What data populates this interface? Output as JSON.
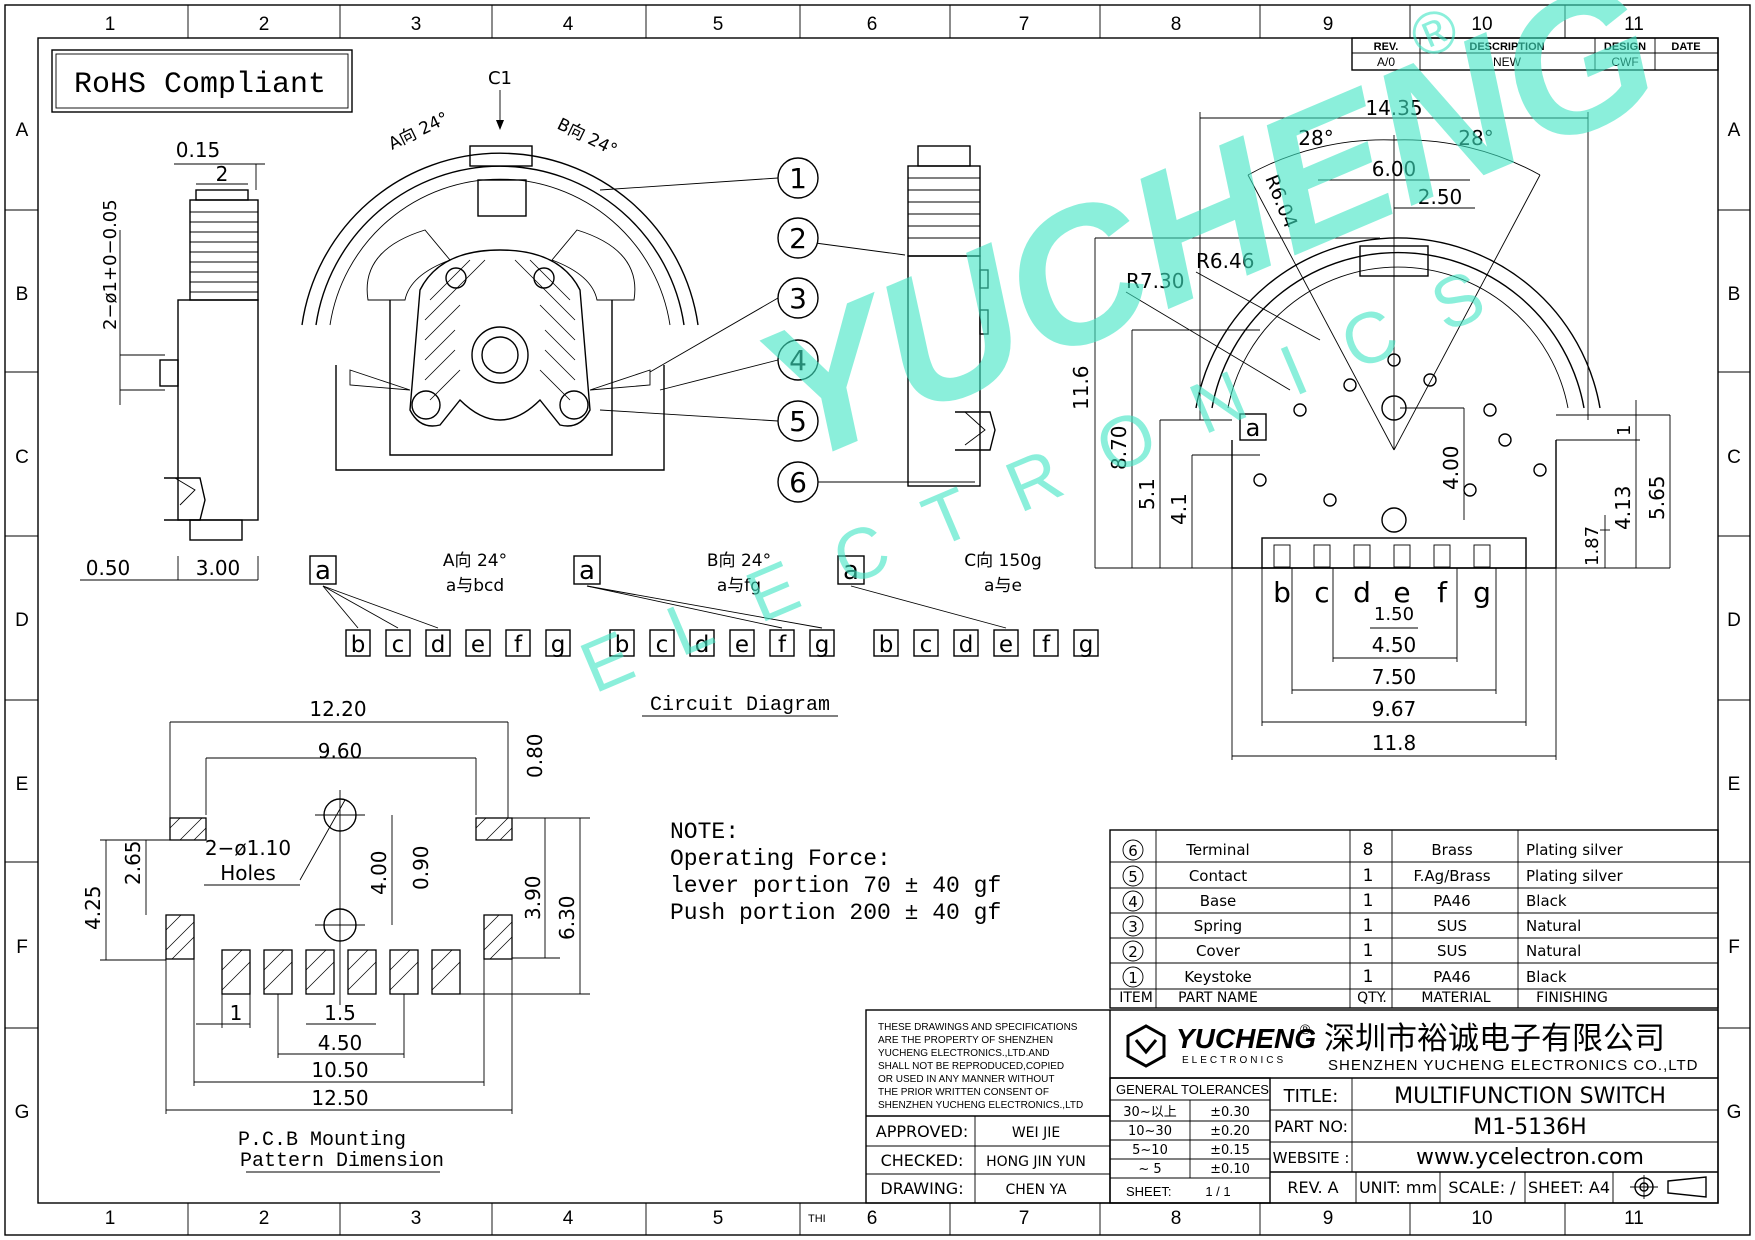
{
  "sheet": {
    "grid_cols": [
      "1",
      "2",
      "3",
      "4",
      "5",
      "6",
      "7",
      "8",
      "9",
      "10",
      "11"
    ],
    "grid_rows": [
      "A",
      "B",
      "C",
      "D",
      "E",
      "F",
      "G"
    ],
    "grid_bottom_extra": "THI"
  },
  "rohs": "RoHS Compliant",
  "revision": {
    "headers": [
      "REV.",
      "DESCRIPTION",
      "DESIGN",
      "DATE"
    ],
    "row": [
      "A/0",
      "NEW",
      "CWF",
      ""
    ]
  },
  "side_view": {
    "dims": [
      "0.15",
      "2",
      "2−ø1+0−0.05",
      "0.50",
      "3.00"
    ]
  },
  "front_view": {
    "labels": [
      "C1",
      "A向 24°",
      "B向 24°"
    ]
  },
  "callouts": [
    "1",
    "2",
    "3",
    "4",
    "5",
    "6"
  ],
  "right_view": {
    "dims": [
      "14.35",
      "28°",
      "28°",
      "6.00",
      "2.50",
      "R6.04",
      "R6.46",
      "R7.30",
      "11.6",
      "8.70",
      "5.1",
      "4.1",
      "4.00",
      "1",
      "4.13",
      "5.65",
      "1.87",
      "1.50",
      "4.50",
      "7.50",
      "9.67",
      "11.8"
    ],
    "pins": [
      "a",
      "b",
      "c",
      "d",
      "e",
      "f",
      "g"
    ]
  },
  "circuit": {
    "title": "Circuit Diagram",
    "groups": [
      {
        "line1": "A向 24°",
        "line2": "a与bcd"
      },
      {
        "line1": "B向 24°",
        "line2": "a与fg"
      },
      {
        "line1": "C向 150g",
        "line2": "a与e"
      }
    ],
    "terminals": [
      "a",
      "b",
      "c",
      "d",
      "e",
      "f",
      "g"
    ]
  },
  "pcb": {
    "dims": [
      "12.20",
      "9.60",
      "0.80",
      "2−ø1.10",
      "Holes",
      "4.25",
      "2.65",
      "4.00",
      "0.90",
      "3.90",
      "6.30",
      "1",
      "1.5",
      "4.50",
      "10.50",
      "12.50"
    ],
    "caption1": "P.C.B Mounting",
    "caption2": "Pattern Dimension"
  },
  "note": {
    "heading": "NOTE:",
    "lines": [
      "Operating Force:",
      "lever portion 70 ± 40 gf",
      "Push portion 200 ± 40 gf"
    ]
  },
  "watermark": {
    "main": "YUCHENG",
    "sub": "ELECTRONICS",
    "reg": "®"
  },
  "bom": {
    "rows": [
      {
        "item": "6",
        "part": "Terminal",
        "qty": "8",
        "material": "Brass",
        "finish": "Plating silver"
      },
      {
        "item": "5",
        "part": "Contact",
        "qty": "1",
        "material": "F.Ag/Brass",
        "finish": "Plating silver"
      },
      {
        "item": "4",
        "part": "Base",
        "qty": "1",
        "material": "PA46",
        "finish": "Black"
      },
      {
        "item": "3",
        "part": "Spring",
        "qty": "1",
        "material": "SUS",
        "finish": "Natural"
      },
      {
        "item": "2",
        "part": "Cover",
        "qty": "1",
        "material": "SUS",
        "finish": "Natural"
      },
      {
        "item": "1",
        "part": "Keystoke",
        "qty": "1",
        "material": "PA46",
        "finish": "Black"
      }
    ],
    "header": {
      "item": "ITEM",
      "part": "PART NAME",
      "qty": "QTY.",
      "material": "MATERIAL",
      "finish": "FINISHING"
    }
  },
  "title_block": {
    "notice": [
      "THESE DRAWINGS AND SPECIFICATIONS",
      "ARE THE PROPERTY OF SHENZHEN",
      "YUCHENG ELECTRONICS.,LTD.AND",
      "SHALL NOT BE REPRODUCED,COPIED",
      "OR USED IN ANY MANNER WITHOUT",
      "THE PRIOR WRITTEN CONSENT OF",
      "SHENZHEN YUCHENG ELECTRONICS.,LTD"
    ],
    "logo_main": "YUCHENG",
    "logo_reg": "®",
    "logo_sub": "ELECTRONICS",
    "company_cn": "深圳市裕诚电子有限公司",
    "company_en": "SHENZHEN YUCHENG ELECTRONICS CO.,LTD",
    "tolerance_title": "GENERAL TOLERANCES",
    "tolerances": [
      {
        "range": "30~以上",
        "value": "±0.30"
      },
      {
        "range": "10~30",
        "value": "±0.20"
      },
      {
        "range": "5~10",
        "value": "±0.15"
      },
      {
        "range": "~ 5",
        "value": "±0.10"
      }
    ],
    "sheet_label": "SHEET:",
    "sheet_value": "1 / 1",
    "approved_label": "APPROVED:",
    "approved": "WEI JIE",
    "checked_label": "CHECKED:",
    "checked": "HONG JIN YUN",
    "drawing_label": "DRAWING:",
    "drawing": "CHEN YA",
    "title_label": "TITLE:",
    "title": "MULTIFUNCTION SWITCH",
    "part_label": "PART NO:",
    "part_no": "M1-5136H",
    "website_label": "WEBSITE :",
    "website": "www.ycelectron.com",
    "rev": "REV. A",
    "unit": "UNIT: mm",
    "scale": "SCALE: /",
    "sheet": "SHEET: A4"
  }
}
